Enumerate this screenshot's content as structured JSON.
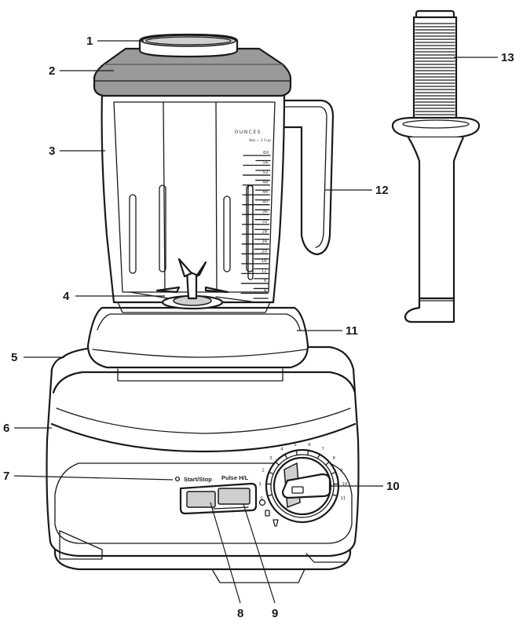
{
  "callouts": [
    "1",
    "2",
    "3",
    "4",
    "5",
    "6",
    "7",
    "8",
    "9",
    "10",
    "11",
    "12",
    "13"
  ],
  "jar_scale": {
    "heading": "OUNCES",
    "subheading": "8oz = 1 Cup",
    "marks": [
      "60",
      "56",
      "52",
      "48",
      "44",
      "40",
      "36",
      "32",
      "28",
      "24",
      "20",
      "16",
      "12",
      "8",
      "4"
    ]
  },
  "controls": {
    "start_stop_label": "Start/Stop",
    "pulse_label": "Pulse H/L"
  },
  "dial": {
    "numbers": [
      "0",
      "1",
      "2",
      "3",
      "4",
      "5",
      "6",
      "7",
      "8",
      "9",
      "10",
      "11"
    ]
  }
}
